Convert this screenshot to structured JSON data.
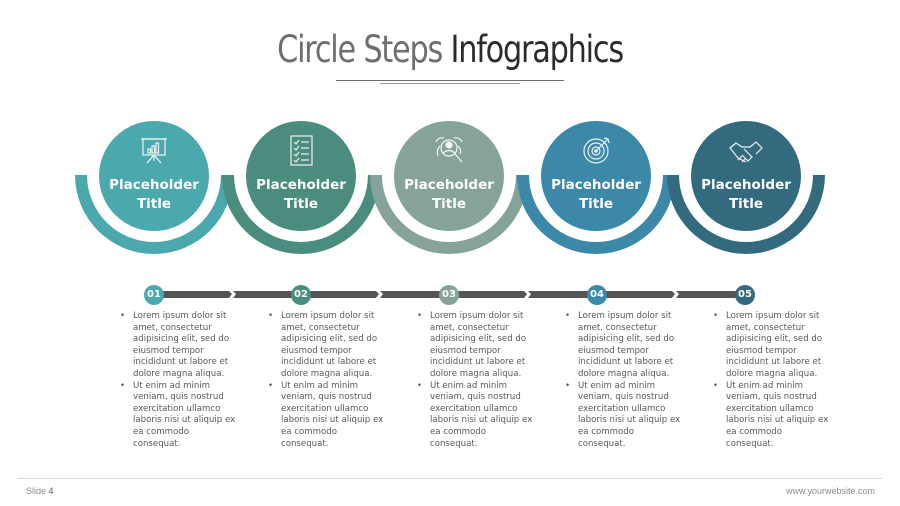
{
  "slide": {
    "title_part1": "Circle Steps ",
    "title_part2": "Infographics"
  },
  "steps": [
    {
      "number": "01",
      "title_line1": "Placeholder",
      "title_line2": "Title",
      "icon": "presentation-chart-icon",
      "color": "#4BA9AE",
      "bullets": [
        "Lorem ipsum dolor sit amet, consectetur adipisicing elit, sed do eiusmod tempor incididunt ut labore et dolore magna aliqua.",
        "Ut enim ad minim veniam, quis nostrud exercitation ullamco laboris nisi ut aliquip ex ea commodo  consequat."
      ]
    },
    {
      "number": "02",
      "title_line1": "Placeholder",
      "title_line2": "Title",
      "icon": "checklist-icon",
      "color": "#4A8C7D",
      "bullets": [
        "Lorem ipsum dolor sit amet, consectetur adipisicing elit, sed do eiusmod tempor incididunt ut labore et dolore magna aliqua.",
        "Ut enim ad minim veniam, quis nostrud exercitation ullamco laboris nisi ut aliquip ex ea commodo consequat."
      ]
    },
    {
      "number": "03",
      "title_line1": "Placeholder",
      "title_line2": "Title",
      "icon": "user-search-icon",
      "color": "#86A39B",
      "bullets": [
        "Lorem ipsum dolor sit amet, consectetur adipisicing elit, sed do eiusmod tempor incididunt ut labore et dolore magna aliqua.",
        "Ut enim ad minim veniam, quis nostrud exercitation ullamco laboris nisi ut aliquip ex ea commodo  consequat."
      ]
    },
    {
      "number": "04",
      "title_line1": "Placeholder",
      "title_line2": "Title",
      "icon": "target-icon",
      "color": "#3C88A8",
      "bullets": [
        "Lorem ipsum dolor sit amet, consectetur adipisicing elit, sed do eiusmod tempor incididunt ut labore et dolore magna aliqua.",
        "Ut enim ad minim veniam, quis nostrud exercitation ullamco laboris nisi ut aliquip ex ea commodo consequat."
      ]
    },
    {
      "number": "05",
      "title_line1": "Placeholder",
      "title_line2": "Title",
      "icon": "handshake-icon",
      "color": "#336A7E",
      "bullets": [
        "Lorem ipsum dolor sit amet, consectetur adipisicing elit, sed do eiusmod tempor incididunt ut labore et dolore magna aliqua.",
        "Ut enim ad minim veniam, quis nostrud exercitation ullamco laboris nisi ut aliquip ex ea commodo  consequat."
      ]
    }
  ],
  "timeline_color": "#555555",
  "footer": {
    "slide_label": "Slide ",
    "slide_number": "4",
    "website": "www.yourwebsite.com"
  }
}
